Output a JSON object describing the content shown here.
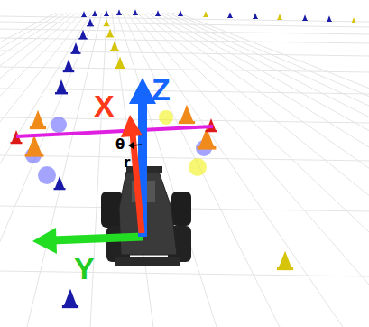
{
  "diagram": {
    "labels": [
      "X",
      "Z",
      "Y",
      "θ",
      "r"
    ]
  }
}
